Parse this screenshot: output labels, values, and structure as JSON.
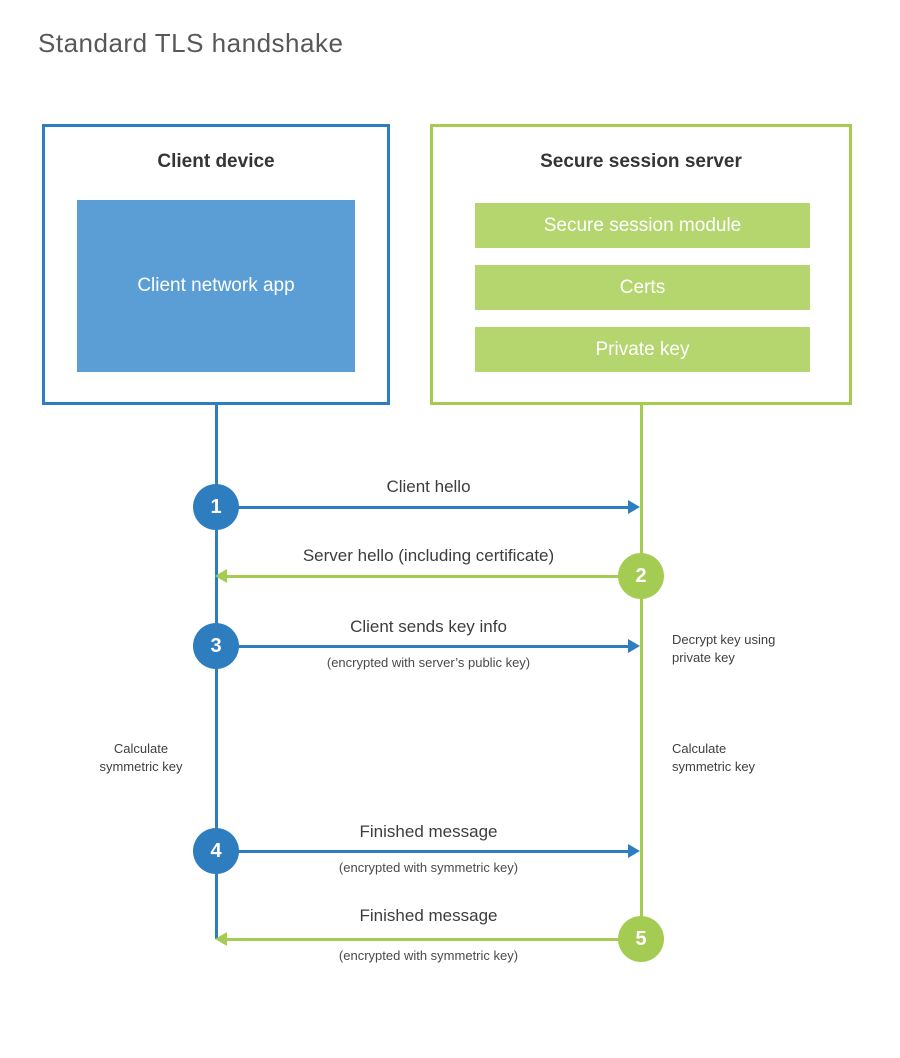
{
  "title": "Standard TLS handshake",
  "colors": {
    "blue": "#2d7dbf",
    "blue_fill": "#5b9ed6",
    "green": "#a5cc52",
    "green_fill": "#b5d66f",
    "text_dark": "#3d3d3d",
    "title_gray": "#57585a"
  },
  "client": {
    "title": "Client device",
    "app_label": "Client network app"
  },
  "server": {
    "title": "Secure session server",
    "modules": [
      "Secure session module",
      "Certs",
      "Private key"
    ]
  },
  "steps": [
    {
      "num": "1",
      "label": "Client hello",
      "sub": ""
    },
    {
      "num": "2",
      "label": "Server hello (including certificate)",
      "sub": ""
    },
    {
      "num": "3",
      "label": "Client sends key info",
      "sub": "(encrypted with server’s public key)"
    },
    {
      "num": "4",
      "label": "Finished message",
      "sub": "(encrypted with symmetric key)"
    },
    {
      "num": "5",
      "label": "Finished message",
      "sub": "(encrypted with symmetric key)"
    }
  ],
  "notes": {
    "decrypt": "Decrypt key using private key",
    "client_calc": "Calculate symmetric key",
    "server_calc": "Calculate symmetric key"
  }
}
